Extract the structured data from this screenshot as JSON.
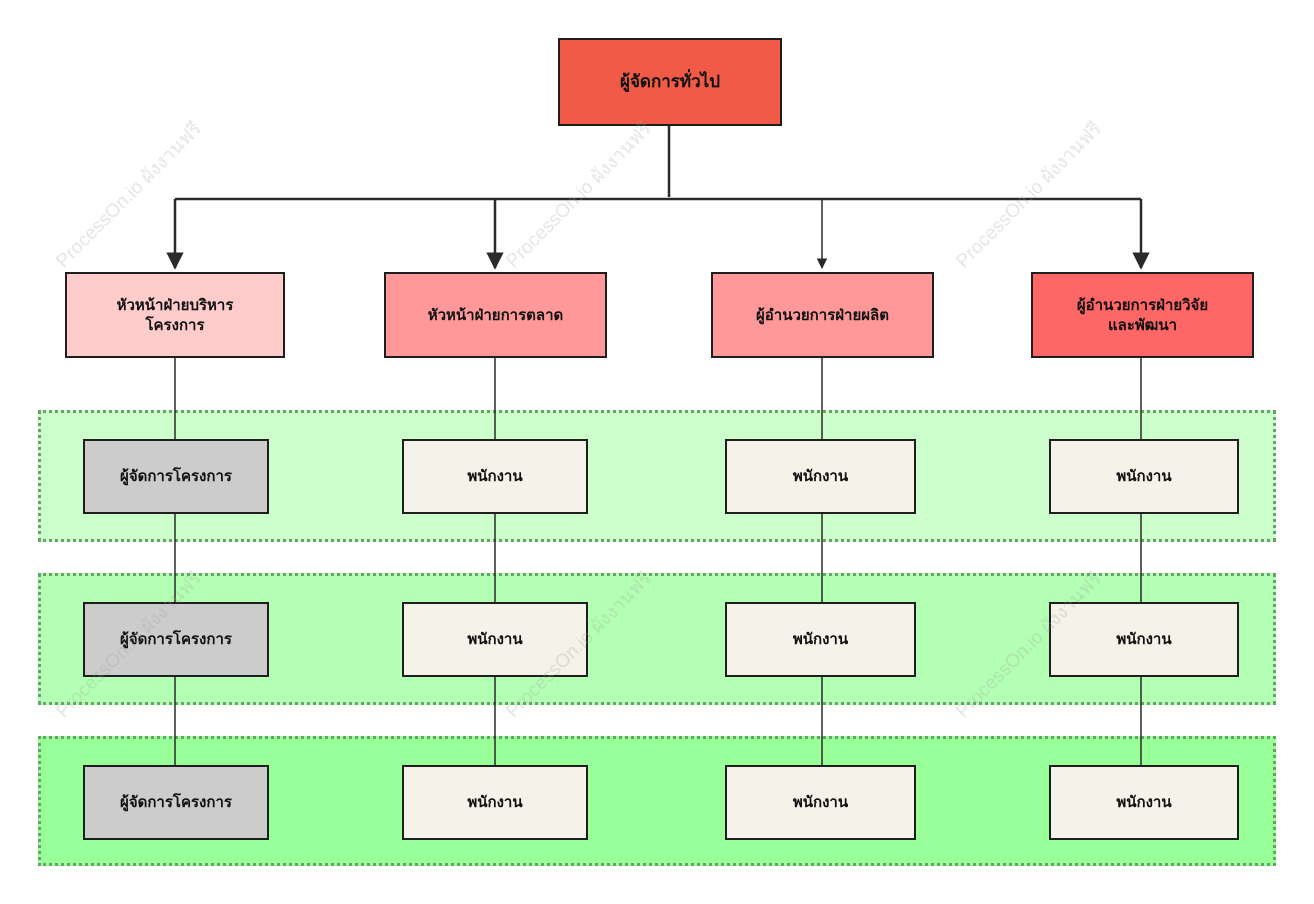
{
  "colors": {
    "root": "#f05a46",
    "head_light": "#ffcccc",
    "head_mid": "#ff9999",
    "head_strong": "#ff6666",
    "manager": "#cccccc",
    "staff": "#f5f2e9",
    "band_1": "#ccffcc",
    "band_2": "#b3ffb3",
    "band_3": "#99ff99",
    "line": "#2a2a2a"
  },
  "watermark": "ProcessOn.io ผังงานฟรี",
  "root": {
    "label": "ผู้จัดการทั่วไป"
  },
  "heads": [
    {
      "line1": "หัวหน้าฝ่ายบริหาร",
      "line2": "โครงการ"
    },
    {
      "line1": "หัวหน้าฝ่ายการตลาด",
      "line2": ""
    },
    {
      "line1": "ผู้อำนวยการฝ่ายผลิต",
      "line2": ""
    },
    {
      "line1": "ผู้อำนวยการฝ่ายวิจัย",
      "line2": "และพัฒนา"
    }
  ],
  "rows": [
    [
      "ผู้จัดการโครงการ",
      "พนักงาน",
      "พนักงาน",
      "พนักงาน"
    ],
    [
      "ผู้จัดการโครงการ",
      "พนักงาน",
      "พนักงาน",
      "พนักงาน"
    ],
    [
      "ผู้จัดการโครงการ",
      "พนักงาน",
      "พนักงาน",
      "พนักงาน"
    ]
  ]
}
